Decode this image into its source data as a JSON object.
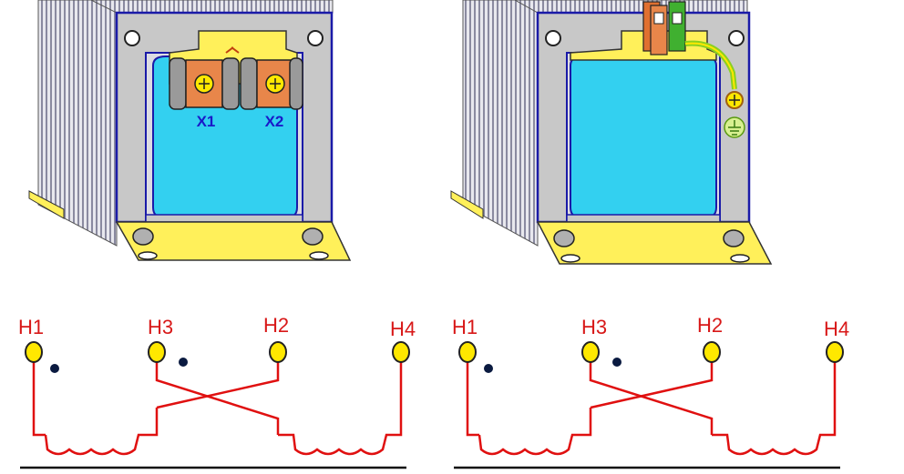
{
  "colors": {
    "wire": "#e01010",
    "terminal_fill": "#ffe800",
    "terminal_stroke": "#222222",
    "polarity_dot": "#0a1a40",
    "coil_fill": "#33d0f0",
    "frame_fill": "#c8c8c8",
    "frame_stroke": "#1a1aa8",
    "base_fill": "#fff05a",
    "ground_green": "#8ad020",
    "label_blue": "#1a1ac8",
    "label_red": "#d81818",
    "block_orange": "#e07030",
    "block_green": "#40b030"
  },
  "transformers": [
    {
      "terminals": [
        {
          "label": "X1"
        },
        {
          "label": "X2"
        }
      ]
    },
    {
      "connection": "din-rail-terminal-blocks",
      "ground_icon": "ground-icon"
    }
  ],
  "schematics": [
    {
      "terminals": [
        {
          "label": "H1"
        },
        {
          "label": "H3"
        },
        {
          "label": "H2"
        },
        {
          "label": "H4"
        }
      ]
    },
    {
      "terminals": [
        {
          "label": "H1"
        },
        {
          "label": "H3"
        },
        {
          "label": "H2"
        },
        {
          "label": "H4"
        }
      ]
    }
  ]
}
